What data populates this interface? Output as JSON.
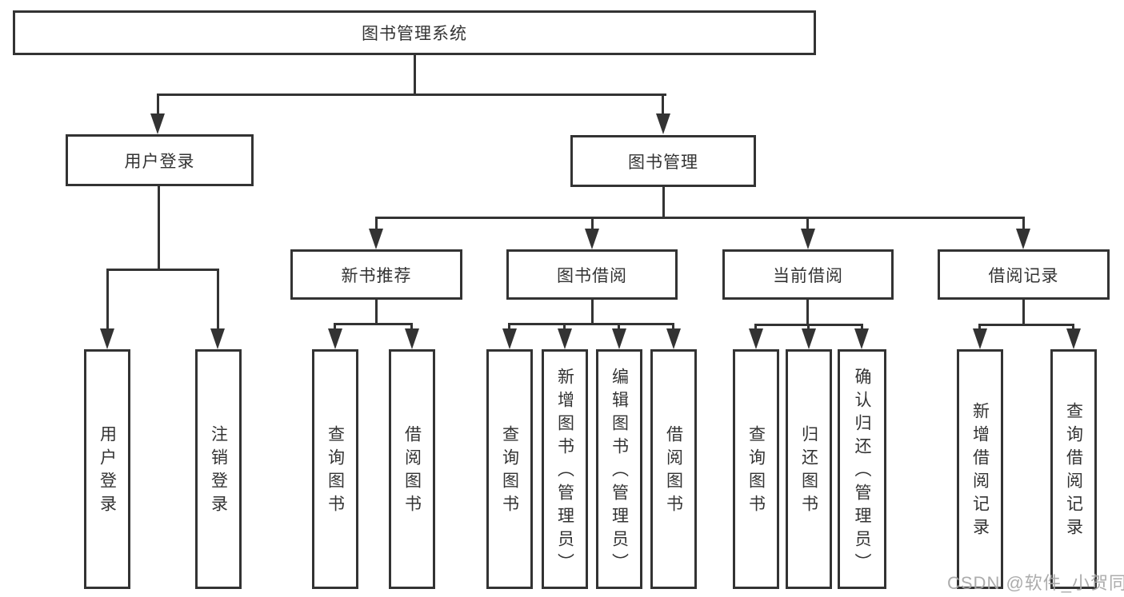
{
  "diagram": {
    "root": {
      "label": "图书管理系统"
    },
    "user_login": {
      "label": "用户登录",
      "children": [
        {
          "label": "用户登录"
        },
        {
          "label": "注销登录"
        }
      ]
    },
    "book_management": {
      "label": "图书管理",
      "children": [
        {
          "label": "新书推荐",
          "children": [
            {
              "label": "查询图书"
            },
            {
              "label": "借阅图书"
            }
          ]
        },
        {
          "label": "图书借阅",
          "children": [
            {
              "label": "查询图书"
            },
            {
              "label": "新增图书（管理员）"
            },
            {
              "label": "编辑图书（管理员）"
            },
            {
              "label": "借阅图书"
            }
          ]
        },
        {
          "label": "当前借阅",
          "children": [
            {
              "label": "查询图书"
            },
            {
              "label": "归还图书"
            },
            {
              "label": "确认归还（管理员）"
            }
          ]
        },
        {
          "label": "借阅记录",
          "children": [
            {
              "label": "新增借阅记录"
            },
            {
              "label": "查询借阅记录"
            }
          ]
        }
      ]
    },
    "colors": {
      "line": "#333333",
      "text": "#333333",
      "background": "#ffffff",
      "watermark": "#a8a8a8"
    }
  },
  "watermark": {
    "label": "CSDN @软件_小贺同学"
  }
}
